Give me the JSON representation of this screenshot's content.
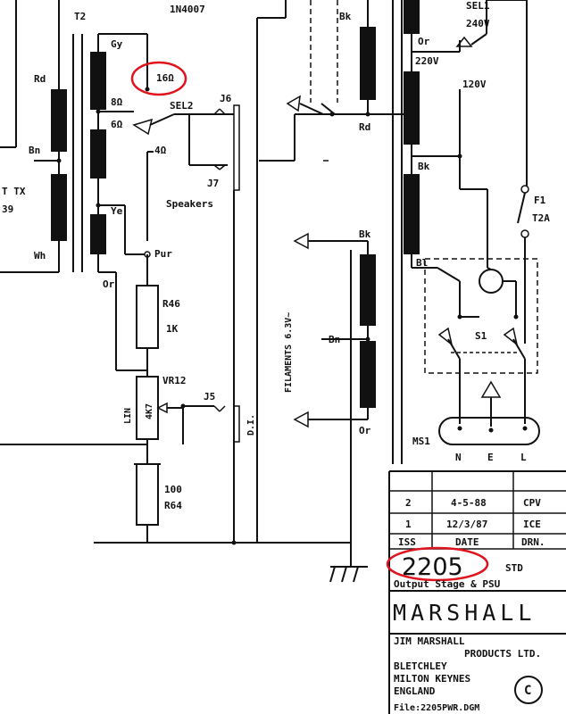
{
  "labels": {
    "diode": "1N4007",
    "transformer": "T2",
    "rd_left": "Rd",
    "bn_left": "Bn",
    "wh_left": "Wh",
    "tx_left": "T TX",
    "tx_num": "39",
    "gy": "Gy",
    "tap_16": "16Ω",
    "tap_8": "8Ω",
    "tap_6": "6Ω",
    "tap_4": "4Ω",
    "ye": "Ye",
    "or_mid": "Or",
    "pur": "Pur",
    "sel2": "SEL2",
    "j6": "J6",
    "j7": "J7",
    "speakers": "Speakers",
    "r46": "R46",
    "r46_val": "1K",
    "vr12": "VR12",
    "lin": "LIN",
    "vr12_val": "4K7",
    "j5": "J5",
    "di": "D.I.",
    "r64_val": "100",
    "r64": "R64",
    "filaments": "FILAMENTS 6.3V~",
    "bk_top": "Bk",
    "rd_pri": "Rd",
    "bk_fil": "Bk",
    "bn_fil": "Bn",
    "or_fil": "Or",
    "sel1": "SEL1",
    "v240": "240V",
    "or_pri": "Or",
    "v220": "220V",
    "v120": "120V",
    "bk_pri": "Bk",
    "f1": "F1",
    "t2a": "T2A",
    "bl": "Bl",
    "s1": "S1",
    "ms1": "MS1",
    "n": "N",
    "e": "E",
    "l": "L"
  },
  "title_block": {
    "rows": [
      {
        "iss": "2",
        "date": "4-5-88",
        "drn": "CPV"
      },
      {
        "iss": "1",
        "date": "12/3/87",
        "drn": "ICE"
      }
    ],
    "header": {
      "iss": "ISS",
      "date": "DATE",
      "drn": "DRN."
    },
    "drawing_number": "2205",
    "std": "STD",
    "title": "Output Stage & PSU",
    "brand": "MARSHALL",
    "company_line1": "JIM MARSHALL",
    "company_line2": "PRODUCTS LTD.",
    "address1": "BLETCHLEY",
    "address2": "MILTON KEYNES",
    "address3": "ENGLAND",
    "file": "File:2205PWR.DGM",
    "copyright": "C"
  },
  "colors": {
    "annotation": "#e0141e",
    "ink": "#111111"
  }
}
